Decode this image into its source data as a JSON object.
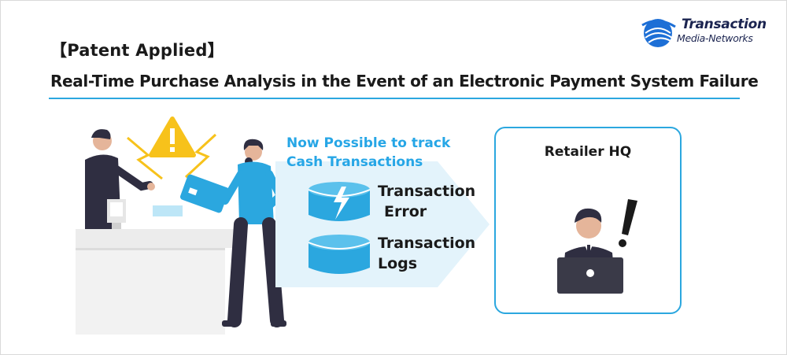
{
  "header": {
    "tag": "【Patent Applied】",
    "headline": "Real-Time Purchase Analysis in the Event of an Electronic Payment System Failure"
  },
  "logo": {
    "name": "Transaction",
    "sub": "Media-Networks"
  },
  "flow": {
    "caption_line1": "Now Possible to track",
    "caption_line2": "Cash Transactions",
    "error_line1": "Transaction",
    "error_line2": "Error",
    "logs_line1": "Transaction",
    "logs_line2": "Logs"
  },
  "hq": {
    "title": "Retailer HQ"
  },
  "colors": {
    "accent": "#2ba7df",
    "caption": "#26a6e6",
    "warning": "#f7c21b",
    "arrow_fill": "#e3f3fb"
  }
}
